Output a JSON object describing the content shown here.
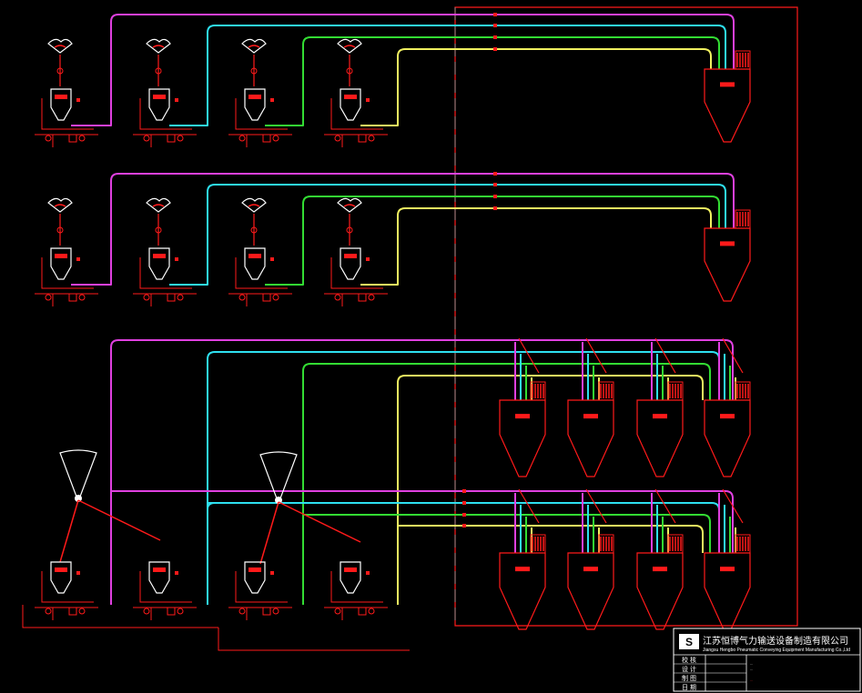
{
  "colors": {
    "background": "#000000",
    "equipment": "#ff1a1a",
    "line_magenta": "#e040e0",
    "line_cyan": "#2ee0f0",
    "line_green": "#33dd33",
    "line_yellow": "#f0f060",
    "title_block": "#ffffff",
    "frame": "#ff1a1a"
  },
  "title_block": {
    "company_cn": "江苏恒博气力输送设备制造有限公司",
    "company_en": "Jiangsu Hengbo Pneumatic Conveying Equipment Manufacturing Co.,Ltd",
    "row_labels": [
      "校 核",
      "设 计",
      "制 图",
      "日 期"
    ],
    "drawing_desc_1": "...",
    "drawing_desc_2": "...",
    "drawing_title": "..."
  }
}
